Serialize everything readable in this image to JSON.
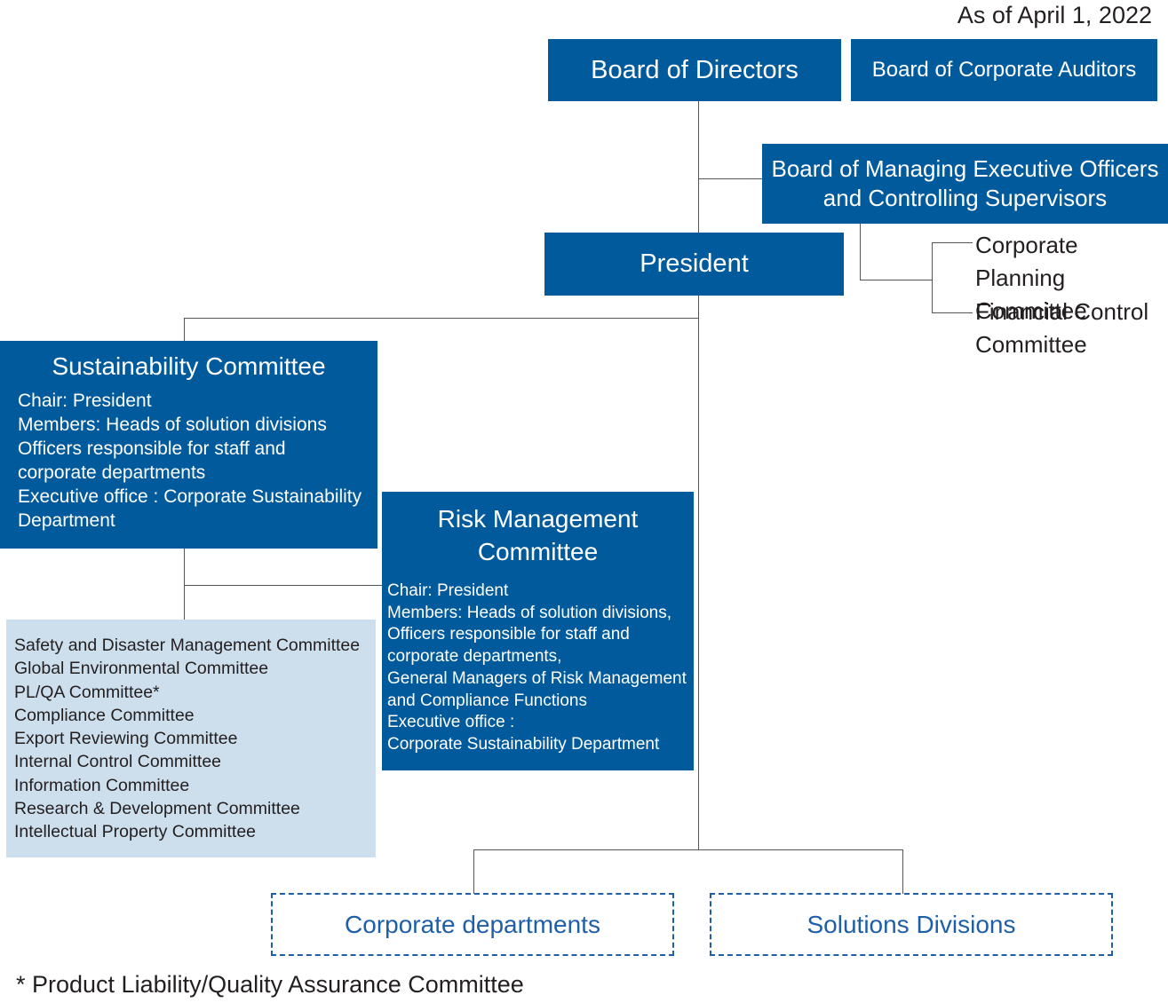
{
  "date_note": "As of April 1, 2022",
  "board_directors": "Board of Directors",
  "board_auditors": "Board of Corporate Auditors",
  "managing_officers": "Board of Managing Executive Officers\nand Controlling Supervisors",
  "president": "President",
  "corp_planning": "Corporate Planning\nCommittee",
  "financial_control": "Financial Control\nCommittee",
  "sustainability": {
    "title": "Sustainability Committee",
    "details": "Chair: President\nMembers: Heads of solution divisions\nOfficers responsible for staff and\ncorporate departments\nExecutive office : Corporate Sustainability\nDepartment"
  },
  "risk": {
    "title": "Risk Management\nCommittee",
    "details": "Chair: President\nMembers: Heads of solution divisions,\nOfficers responsible for staff and\ncorporate departments,\nGeneral Managers of Risk Management\n and Compliance Functions\n Executive office :\nCorporate Sustainability Department"
  },
  "committees_list": "Safety and Disaster Management Committee\nGlobal Environmental Committee\nPL/QA Committee*\nCompliance Committee\nExport Reviewing Committee\nInternal Control Committee\nInformation Committee\nResearch & Development Committee\nIntellectual Property Committee",
  "corporate_departments": "Corporate departments",
  "solutions_divisions": "Solutions Divisions",
  "footnote": "* Product Liability/Quality Assurance Committee"
}
